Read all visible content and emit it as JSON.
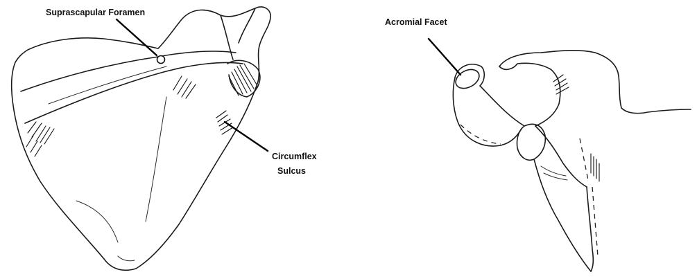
{
  "labels": {
    "suprascapular_foramen": "Suprascapular Foramen",
    "acromial_facet": "Acromial Facet",
    "circumflex_line1": "Circumflex",
    "circumflex_line2": "Sulcus"
  }
}
